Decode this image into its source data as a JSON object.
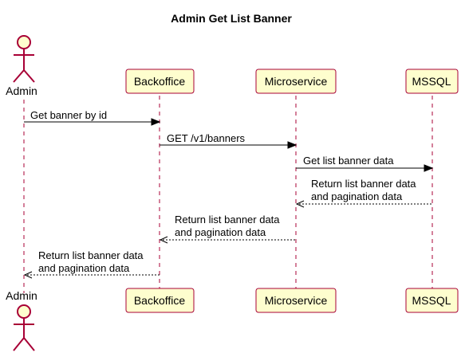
{
  "diagram": {
    "title": "Admin Get List Banner",
    "participants": {
      "admin": "Admin",
      "backoffice": "Backoffice",
      "microservice": "Microservice",
      "mssql": "MSSQL"
    },
    "messages": [
      {
        "from": "admin",
        "to": "backoffice",
        "style": "solid",
        "lines": [
          "Get banner by id"
        ]
      },
      {
        "from": "backoffice",
        "to": "microservice",
        "style": "solid",
        "lines": [
          "GET /v1/banners"
        ]
      },
      {
        "from": "microservice",
        "to": "mssql",
        "style": "solid",
        "lines": [
          "Get list banner data"
        ]
      },
      {
        "from": "mssql",
        "to": "microservice",
        "style": "dashed",
        "lines": [
          "Return list banner data",
          "and pagination data"
        ]
      },
      {
        "from": "microservice",
        "to": "backoffice",
        "style": "dashed",
        "lines": [
          "Return list banner data",
          "and pagination data"
        ]
      },
      {
        "from": "backoffice",
        "to": "admin",
        "style": "dashed",
        "lines": [
          "Return list banner data",
          "and pagination data"
        ]
      }
    ]
  }
}
